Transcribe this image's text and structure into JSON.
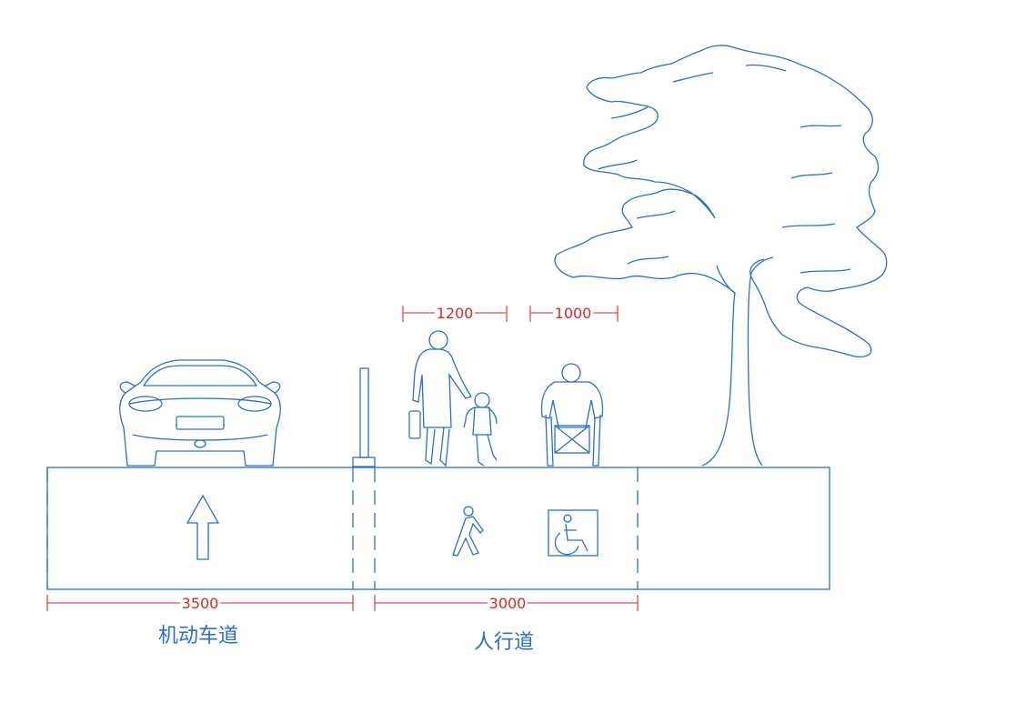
{
  "dimensions": {
    "person_width": "1200",
    "wheelchair_width": "1000",
    "lane_width": "3500",
    "sidewalk_width": "3000"
  },
  "labels": {
    "motor_lane": "机动车道",
    "sidewalk": "人行道"
  },
  "colors": {
    "line": "#2a6fc9",
    "dimension": "#d62a2a",
    "background": "#ffffff"
  },
  "icons": [
    "car-icon",
    "tree-icon",
    "pedestrians-icon",
    "wheelchair-user-icon",
    "up-arrow-icon",
    "walking-person-icon",
    "wheelchair-sign-icon"
  ]
}
